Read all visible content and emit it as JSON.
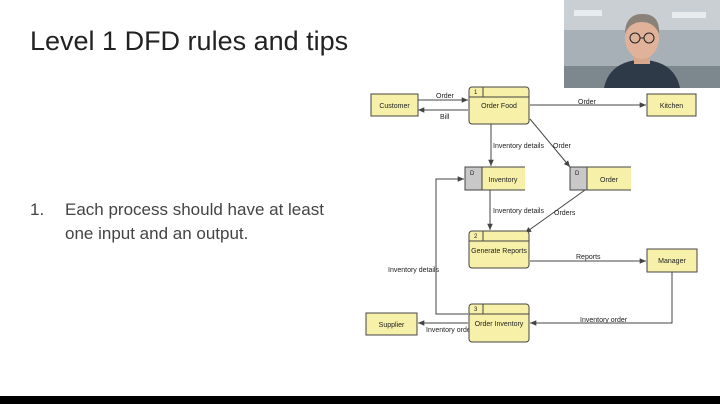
{
  "slide": {
    "title": "Level 1 DFD rules and tips",
    "bullet_number": "1.",
    "bullet_text": "Each process should have at least one input and an output."
  },
  "diagram": {
    "entities": {
      "customer": "Customer",
      "kitchen": "Kitchen",
      "manager": "Manager",
      "supplier": "Supplier"
    },
    "processes": {
      "p1": {
        "id": "1",
        "name": "Order Food"
      },
      "p2": {
        "id": "2",
        "name": "Generate Reports"
      },
      "p3": {
        "id": "3",
        "name": "Order Inventory"
      }
    },
    "stores": {
      "inventory": {
        "id": "D",
        "name": "Inventory"
      },
      "order": {
        "id": "D",
        "name": "Order"
      }
    },
    "flows": {
      "customer_to_p1": "Order",
      "p1_to_customer": "Bill",
      "p1_to_kitchen": "Order",
      "p1_to_inventory": "Inventory details",
      "p1_to_order": "Order",
      "inventory_to_p2": "Inventory details",
      "order_to_p2": "Orders",
      "p2_to_manager": "Reports",
      "manager_to_p3": "Inventory order",
      "p3_to_supplier": "Inventory order",
      "p3_to_inventory": "Inventory details"
    },
    "colors": {
      "entity_fill": "#f7f0a8",
      "process_fill": "#f7f0a8",
      "store_id_fill": "#c8c8c8",
      "line": "#444444"
    }
  }
}
